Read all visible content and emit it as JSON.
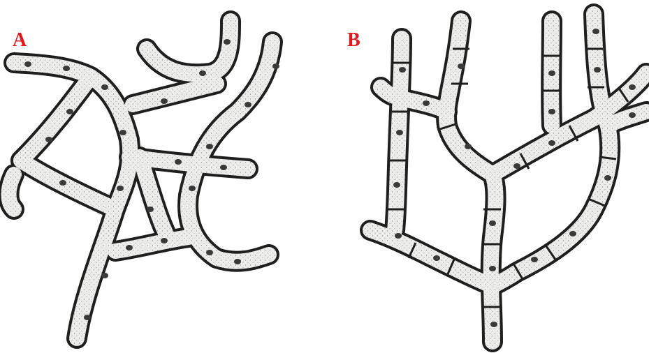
{
  "panels": [
    {
      "id": "a",
      "label": "A"
    },
    {
      "id": "b",
      "label": "B"
    }
  ],
  "colors": {
    "label": "#e0181b",
    "outline": "#1f1f1f",
    "fill": "#ececea",
    "stipple": "#9a9a9a",
    "nucleus": "#3a3a3a"
  }
}
